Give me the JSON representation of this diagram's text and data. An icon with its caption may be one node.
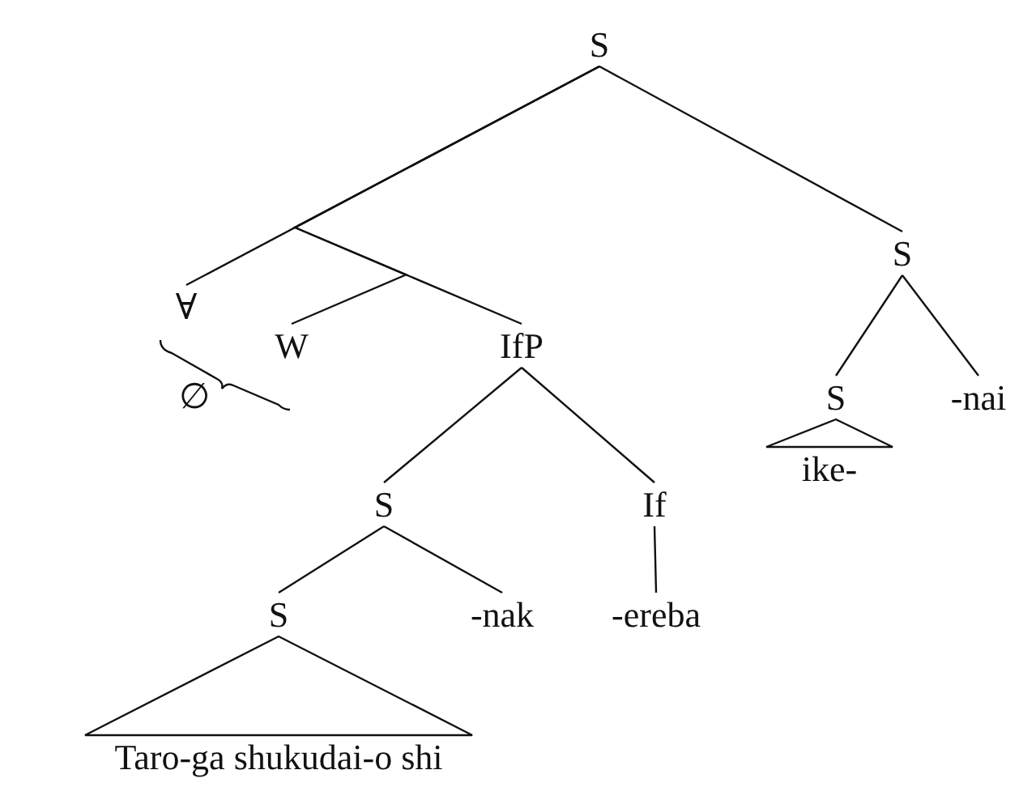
{
  "diagram": {
    "nodes": [
      {
        "text": [
          "S"
        ]
      },
      {
        "text": [
          "∀"
        ]
      },
      {
        "text": [
          "W"
        ]
      },
      {
        "text": [
          "IfP"
        ]
      },
      {
        "text": [
          "S"
        ]
      },
      {
        "text": [
          "S"
        ]
      },
      {
        "text": [
          "-nai"
        ]
      },
      {
        "text": [
          "ike-"
        ]
      },
      {
        "text": [
          "S"
        ]
      },
      {
        "text": [
          "If"
        ]
      },
      {
        "text": [
          "S"
        ]
      },
      {
        "text": [
          "-nak"
        ]
      },
      {
        "text": [
          "-ereba"
        ]
      },
      {
        "text": [
          "Taro-ga shukudai-o shi"
        ]
      }
    ],
    "edges": [
      {
        "from": 0,
        "to": 1,
        "arrow": "none"
      },
      {
        "from": 0,
        "to": 3,
        "arrow": "none"
      },
      {
        "from": 0,
        "to": 2,
        "arrow": "none"
      },
      {
        "from": 0,
        "to": 4,
        "arrow": "none"
      },
      {
        "from": 4,
        "to": 5,
        "arrow": "none"
      },
      {
        "from": 4,
        "to": 6,
        "arrow": "none"
      },
      {
        "from": 5,
        "to": 7,
        "arrow": "none"
      },
      {
        "from": 3,
        "to": 8,
        "arrow": "none"
      },
      {
        "from": 3,
        "to": 9,
        "arrow": "none"
      },
      {
        "from": 8,
        "to": 10,
        "arrow": "none"
      },
      {
        "from": 8,
        "to": 11,
        "arrow": "none"
      },
      {
        "from": 9,
        "to": 12,
        "arrow": "none"
      },
      {
        "from": 10,
        "to": 13,
        "arrow": "none"
      }
    ],
    "labels": [
      "∅"
    ]
  }
}
